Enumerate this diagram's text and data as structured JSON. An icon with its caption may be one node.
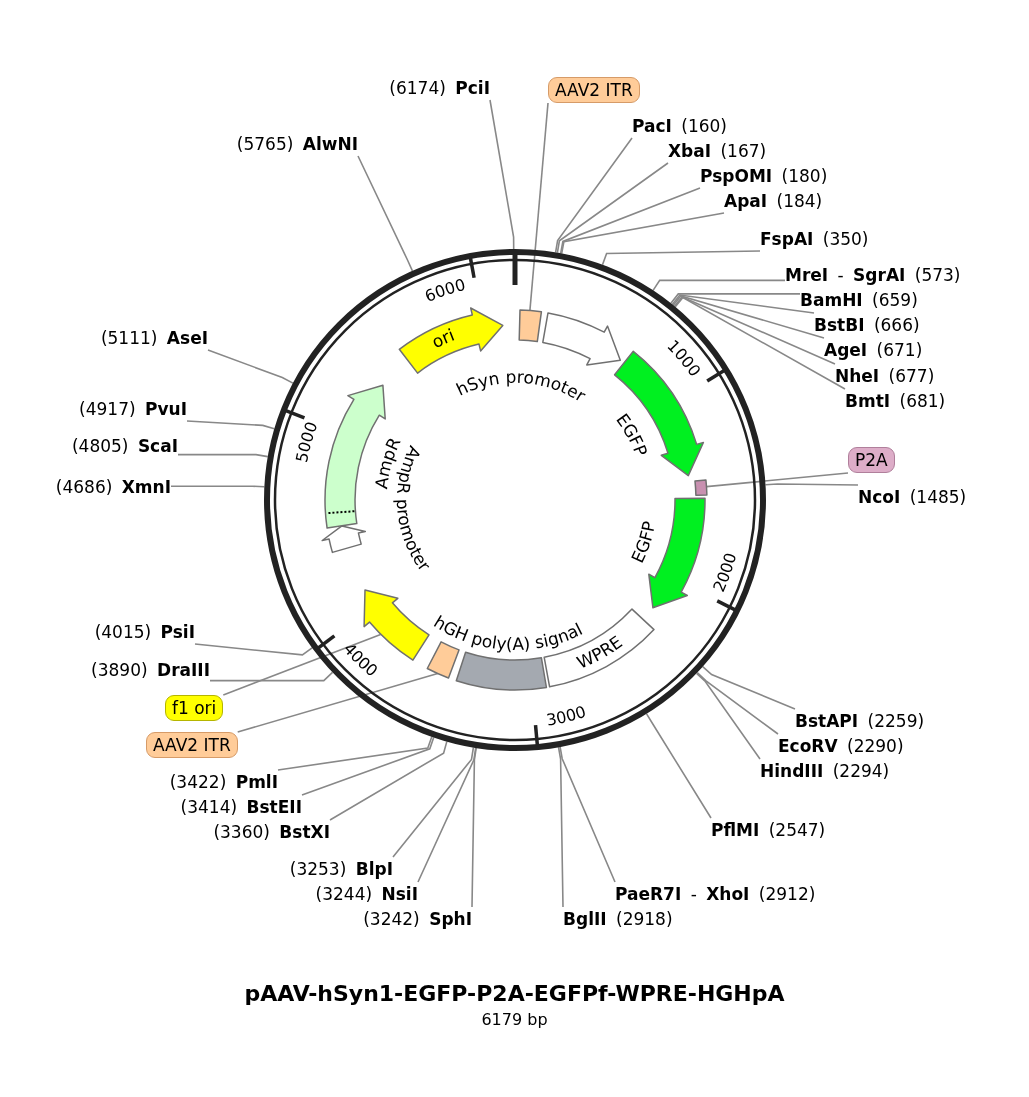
{
  "diagram": {
    "title": "pAAV-hSyn1-EGFP-P2A-EGFPf-WPRE-HGHpA",
    "nodes": [
      {
        "text": [],
        "shape": "circle"
      },
      {
        "text": [],
        "shape": "box",
        "in": 0
      },
      {
        "text": [],
        "shape": "arrow",
        "beside": [
          "hSyn promoter"
        ],
        "in": 0
      },
      {
        "text": [
          "EGFP"
        ],
        "in": 0
      },
      {
        "text": [],
        "shape": "box",
        "in": 0
      },
      {
        "text": [
          "EGFP"
        ],
        "in": 0
      },
      {
        "text": [
          "WPRE"
        ],
        "in": 0
      },
      {
        "text": [
          "hGH poly(A) signal"
        ],
        "in": 0
      },
      {
        "text": [],
        "shape": "box",
        "in": 0
      },
      {
        "text": [],
        "shape": "arrow",
        "in": 0
      },
      {
        "text": [
          "AmpR promoter"
        ],
        "in": 0
      },
      {
        "text": [
          "AmpR"
        ],
        "in": 0
      },
      {
        "text": [
          "ori"
        ],
        "in": 0
      },
      {
        "text": [
          "AAV2 ITR"
        ]
      },
      {
        "text": [
          "P2A"
        ]
      },
      {
        "text": [
          "f1 ori"
        ]
      },
      {
        "text": [
          "AAV2 ITR"
        ]
      },
      {
        "text": [
          "(6174) **PciI**"
        ]
      },
      {
        "text": [
          "**PacI** (160)"
        ]
      },
      {
        "text": [
          "**XbaI** (167)"
        ]
      },
      {
        "text": [
          "**PspOMI** (180)"
        ]
      },
      {
        "text": [
          "**ApaI** (184)"
        ]
      },
      {
        "text": [
          "**FspAI** (350)"
        ]
      },
      {
        "text": [
          "**MreI** - **SgrAI** (573)"
        ]
      },
      {
        "text": [
          "**BamHI** (659)"
        ]
      },
      {
        "text": [
          "**BstBI** (666)"
        ]
      },
      {
        "text": [
          "**AgeI** (671)"
        ]
      },
      {
        "text": [
          "**NheI** (677)"
        ]
      },
      {
        "text": [
          "**BmtI** (681)"
        ]
      },
      {
        "text": [
          "**NcoI** (1485)"
        ]
      },
      {
        "text": [
          "**BstAPI** (2259)"
        ]
      },
      {
        "text": [
          "**EcoRV** (2290)"
        ]
      },
      {
        "text": [
          "**HindIII** (2294)"
        ]
      },
      {
        "text": [
          "**PflMI** (2547)"
        ]
      },
      {
        "text": [
          "**PaeR7I** - **XhoI** (2912)"
        ]
      },
      {
        "text": [
          "**BglII** (2918)"
        ]
      },
      {
        "text": [
          "(3242) **SphI**"
        ]
      },
      {
        "text": [
          "(3244) **NsiI**"
        ]
      },
      {
        "text": [
          "(3253) **BlpI**"
        ]
      },
      {
        "text": [
          "(3360) **BstXI**"
        ]
      },
      {
        "text": [
          "(3414) **BstEII**"
        ]
      },
      {
        "text": [
          "(3422) **PmlI**"
        ]
      },
      {
        "text": [
          "(3890) **DraIII**"
        ]
      },
      {
        "text": [
          "(4015) **PsiI**"
        ]
      },
      {
        "text": [
          "(4686) **XmnI**"
        ]
      },
      {
        "text": [
          "(4805) **ScaI**"
        ]
      },
      {
        "text": [
          "(4917) **PvuI**"
        ]
      },
      {
        "text": [
          "(5111) **AseI**"
        ]
      },
      {
        "text": [
          "(5765) **AlwNI**"
        ]
      }
    ],
    "edges": [
      {
        "from": 13,
        "to": 1,
        "arrow": "none"
      },
      {
        "from": 14,
        "to": 4,
        "arrow": "none"
      },
      {
        "from": 15,
        "to": 9,
        "arrow": "none"
      },
      {
        "from": 16,
        "to": 8,
        "arrow": "none"
      },
      {
        "from": 17,
        "to": 0,
        "arrow": "none"
      },
      {
        "from": 18,
        "to": 0,
        "arrow": "none"
      },
      {
        "from": 19,
        "to": 0,
        "arrow": "none"
      },
      {
        "from": 20,
        "to": 0,
        "arrow": "none"
      },
      {
        "from": 21,
        "to": 0,
        "arrow": "none"
      },
      {
        "from": 22,
        "to": 0,
        "arrow": "none"
      },
      {
        "from": 23,
        "to": 0,
        "arrow": "none"
      },
      {
        "from": 24,
        "to": 0,
        "arrow": "none"
      },
      {
        "from": 25,
        "to": 0,
        "arrow": "none"
      },
      {
        "from": 26,
        "to": 0,
        "arrow": "none"
      },
      {
        "from": 27,
        "to": 0,
        "arrow": "none"
      },
      {
        "from": 28,
        "to": 0,
        "arrow": "none"
      },
      {
        "from": 29,
        "to": 0,
        "arrow": "none"
      },
      {
        "from": 30,
        "to": 0,
        "arrow": "none"
      },
      {
        "from": 31,
        "to": 0,
        "arrow": "none"
      },
      {
        "from": 32,
        "to": 0,
        "arrow": "none"
      },
      {
        "from": 33,
        "to": 0,
        "arrow": "none"
      },
      {
        "from": 34,
        "to": 0,
        "arrow": "none"
      },
      {
        "from": 35,
        "to": 0,
        "arrow": "none"
      },
      {
        "from": 36,
        "to": 0,
        "arrow": "none"
      },
      {
        "from": 37,
        "to": 0,
        "arrow": "none"
      },
      {
        "from": 38,
        "to": 0,
        "arrow": "none"
      },
      {
        "from": 39,
        "to": 0,
        "arrow": "none"
      },
      {
        "from": 40,
        "to": 0,
        "arrow": "none"
      },
      {
        "from": 41,
        "to": 0,
        "arrow": "none"
      },
      {
        "from": 42,
        "to": 0,
        "arrow": "none"
      },
      {
        "from": 43,
        "to": 0,
        "arrow": "none"
      },
      {
        "from": 44,
        "to": 0,
        "arrow": "none"
      },
      {
        "from": 45,
        "to": 0,
        "arrow": "none"
      },
      {
        "from": 46,
        "to": 0,
        "arrow": "none"
      },
      {
        "from": 47,
        "to": 0,
        "arrow": "none"
      },
      {
        "from": 48,
        "to": 0,
        "arrow": "none"
      }
    ],
    "labels": [
      "6000",
      "1000",
      "2000",
      "3000",
      "4000",
      "5000",
      "6179 bp"
    ]
  }
}
